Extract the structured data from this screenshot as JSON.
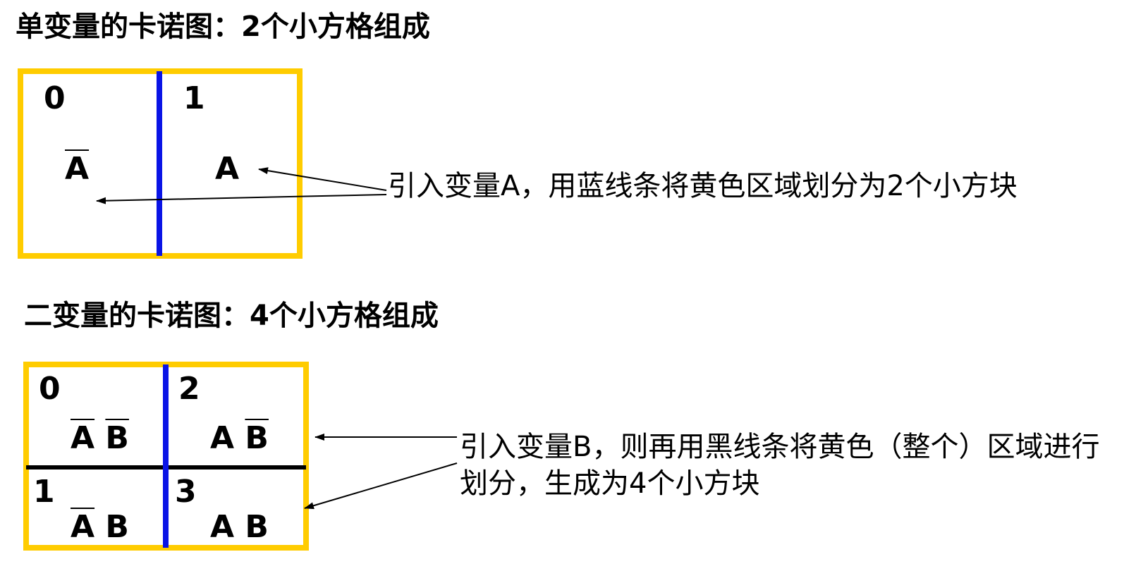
{
  "section1": {
    "title": "单变量的卡诺图：2个小方格组成",
    "cells": [
      {
        "index": "0",
        "term": "A",
        "complement": true
      },
      {
        "index": "1",
        "term": "A",
        "complement": false
      }
    ],
    "note": "引入变量A，用蓝线条将黄色区域划分为2个小方块"
  },
  "section2": {
    "title": "二变量的卡诺图：4个小方格组成",
    "cells": [
      {
        "index": "0",
        "a": "A",
        "b": "B"
      },
      {
        "index": "2",
        "a": "A",
        "b": "B"
      },
      {
        "index": "1",
        "a": "A",
        "b": "B"
      },
      {
        "index": "3",
        "a": "A",
        "b": "B"
      }
    ],
    "note": "引入变量B，则再用黑线条将黄色（整个）区域进行划分，生成为4个小方块"
  },
  "colors": {
    "border": "#ffcc00",
    "divider_blue": "#0a14e6",
    "divider_black": "#000000"
  }
}
